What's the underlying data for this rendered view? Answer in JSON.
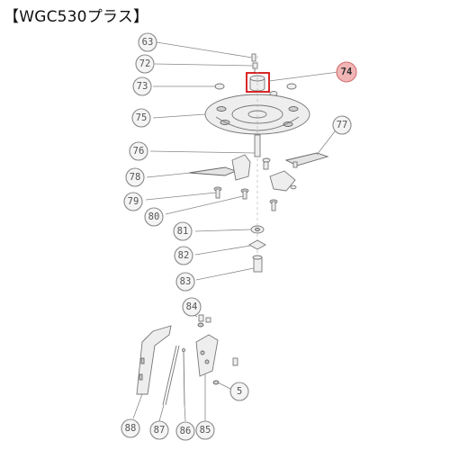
{
  "title": "【WGC530プラス】",
  "highlight_color": "#d41111",
  "callouts": [
    {
      "id": "63",
      "highlighted": false
    },
    {
      "id": "72",
      "highlighted": false
    },
    {
      "id": "73",
      "highlighted": false
    },
    {
      "id": "74",
      "highlighted": true
    },
    {
      "id": "75",
      "highlighted": false
    },
    {
      "id": "76",
      "highlighted": false
    },
    {
      "id": "77",
      "highlighted": false
    },
    {
      "id": "78",
      "highlighted": false
    },
    {
      "id": "79",
      "highlighted": false
    },
    {
      "id": "80",
      "highlighted": false
    },
    {
      "id": "81",
      "highlighted": false
    },
    {
      "id": "82",
      "highlighted": false
    },
    {
      "id": "83",
      "highlighted": false
    },
    {
      "id": "84",
      "highlighted": false
    },
    {
      "id": "5",
      "highlighted": false
    },
    {
      "id": "88",
      "highlighted": false
    },
    {
      "id": "87",
      "highlighted": false
    },
    {
      "id": "86",
      "highlighted": false
    },
    {
      "id": "85",
      "highlighted": false
    }
  ]
}
